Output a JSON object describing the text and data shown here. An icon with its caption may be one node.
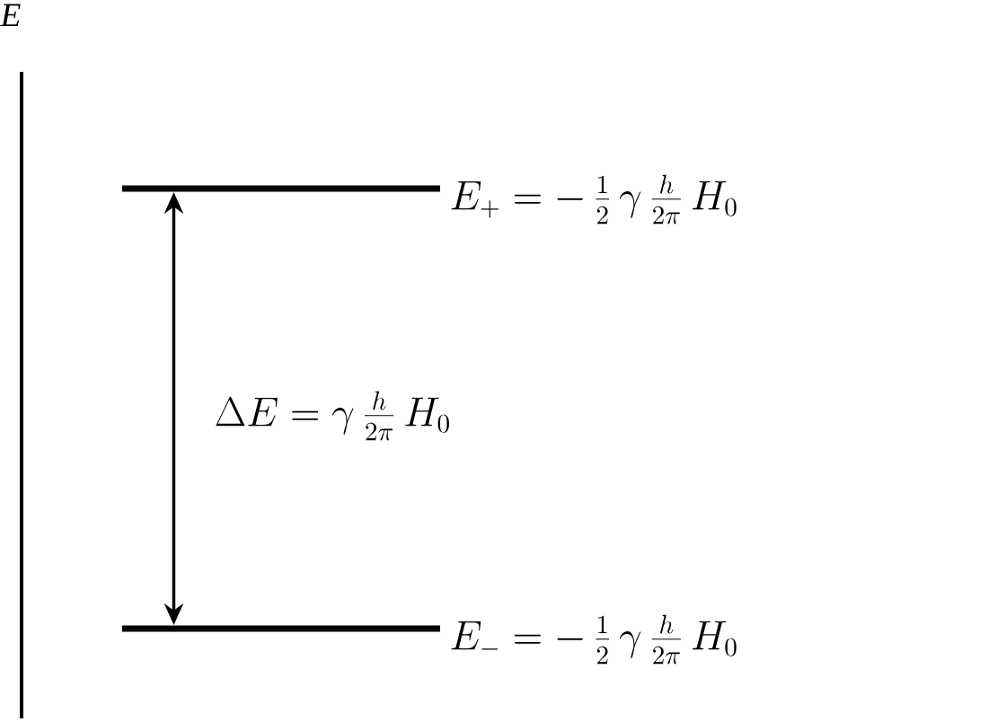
{
  "diagram": {
    "nodes": [
      {
        "text": [
          "E_+ = -\\,\\frac{1}{2}\\,\\gamma\\,\\frac{h}{2\\pi}\\,H_0"
        ]
      },
      {
        "text": [
          "E_- = -\\,\\frac{1}{2}\\,\\gamma\\,\\frac{h}{2\\pi}\\,H_0"
        ]
      }
    ],
    "edges": [
      {
        "from": 0,
        "to": 1,
        "arrow": "both",
        "label": "\\Delta E = \\gamma\\,\\frac{h}{2\\pi}\\,H_0"
      }
    ],
    "labels": [
      "E"
    ]
  }
}
